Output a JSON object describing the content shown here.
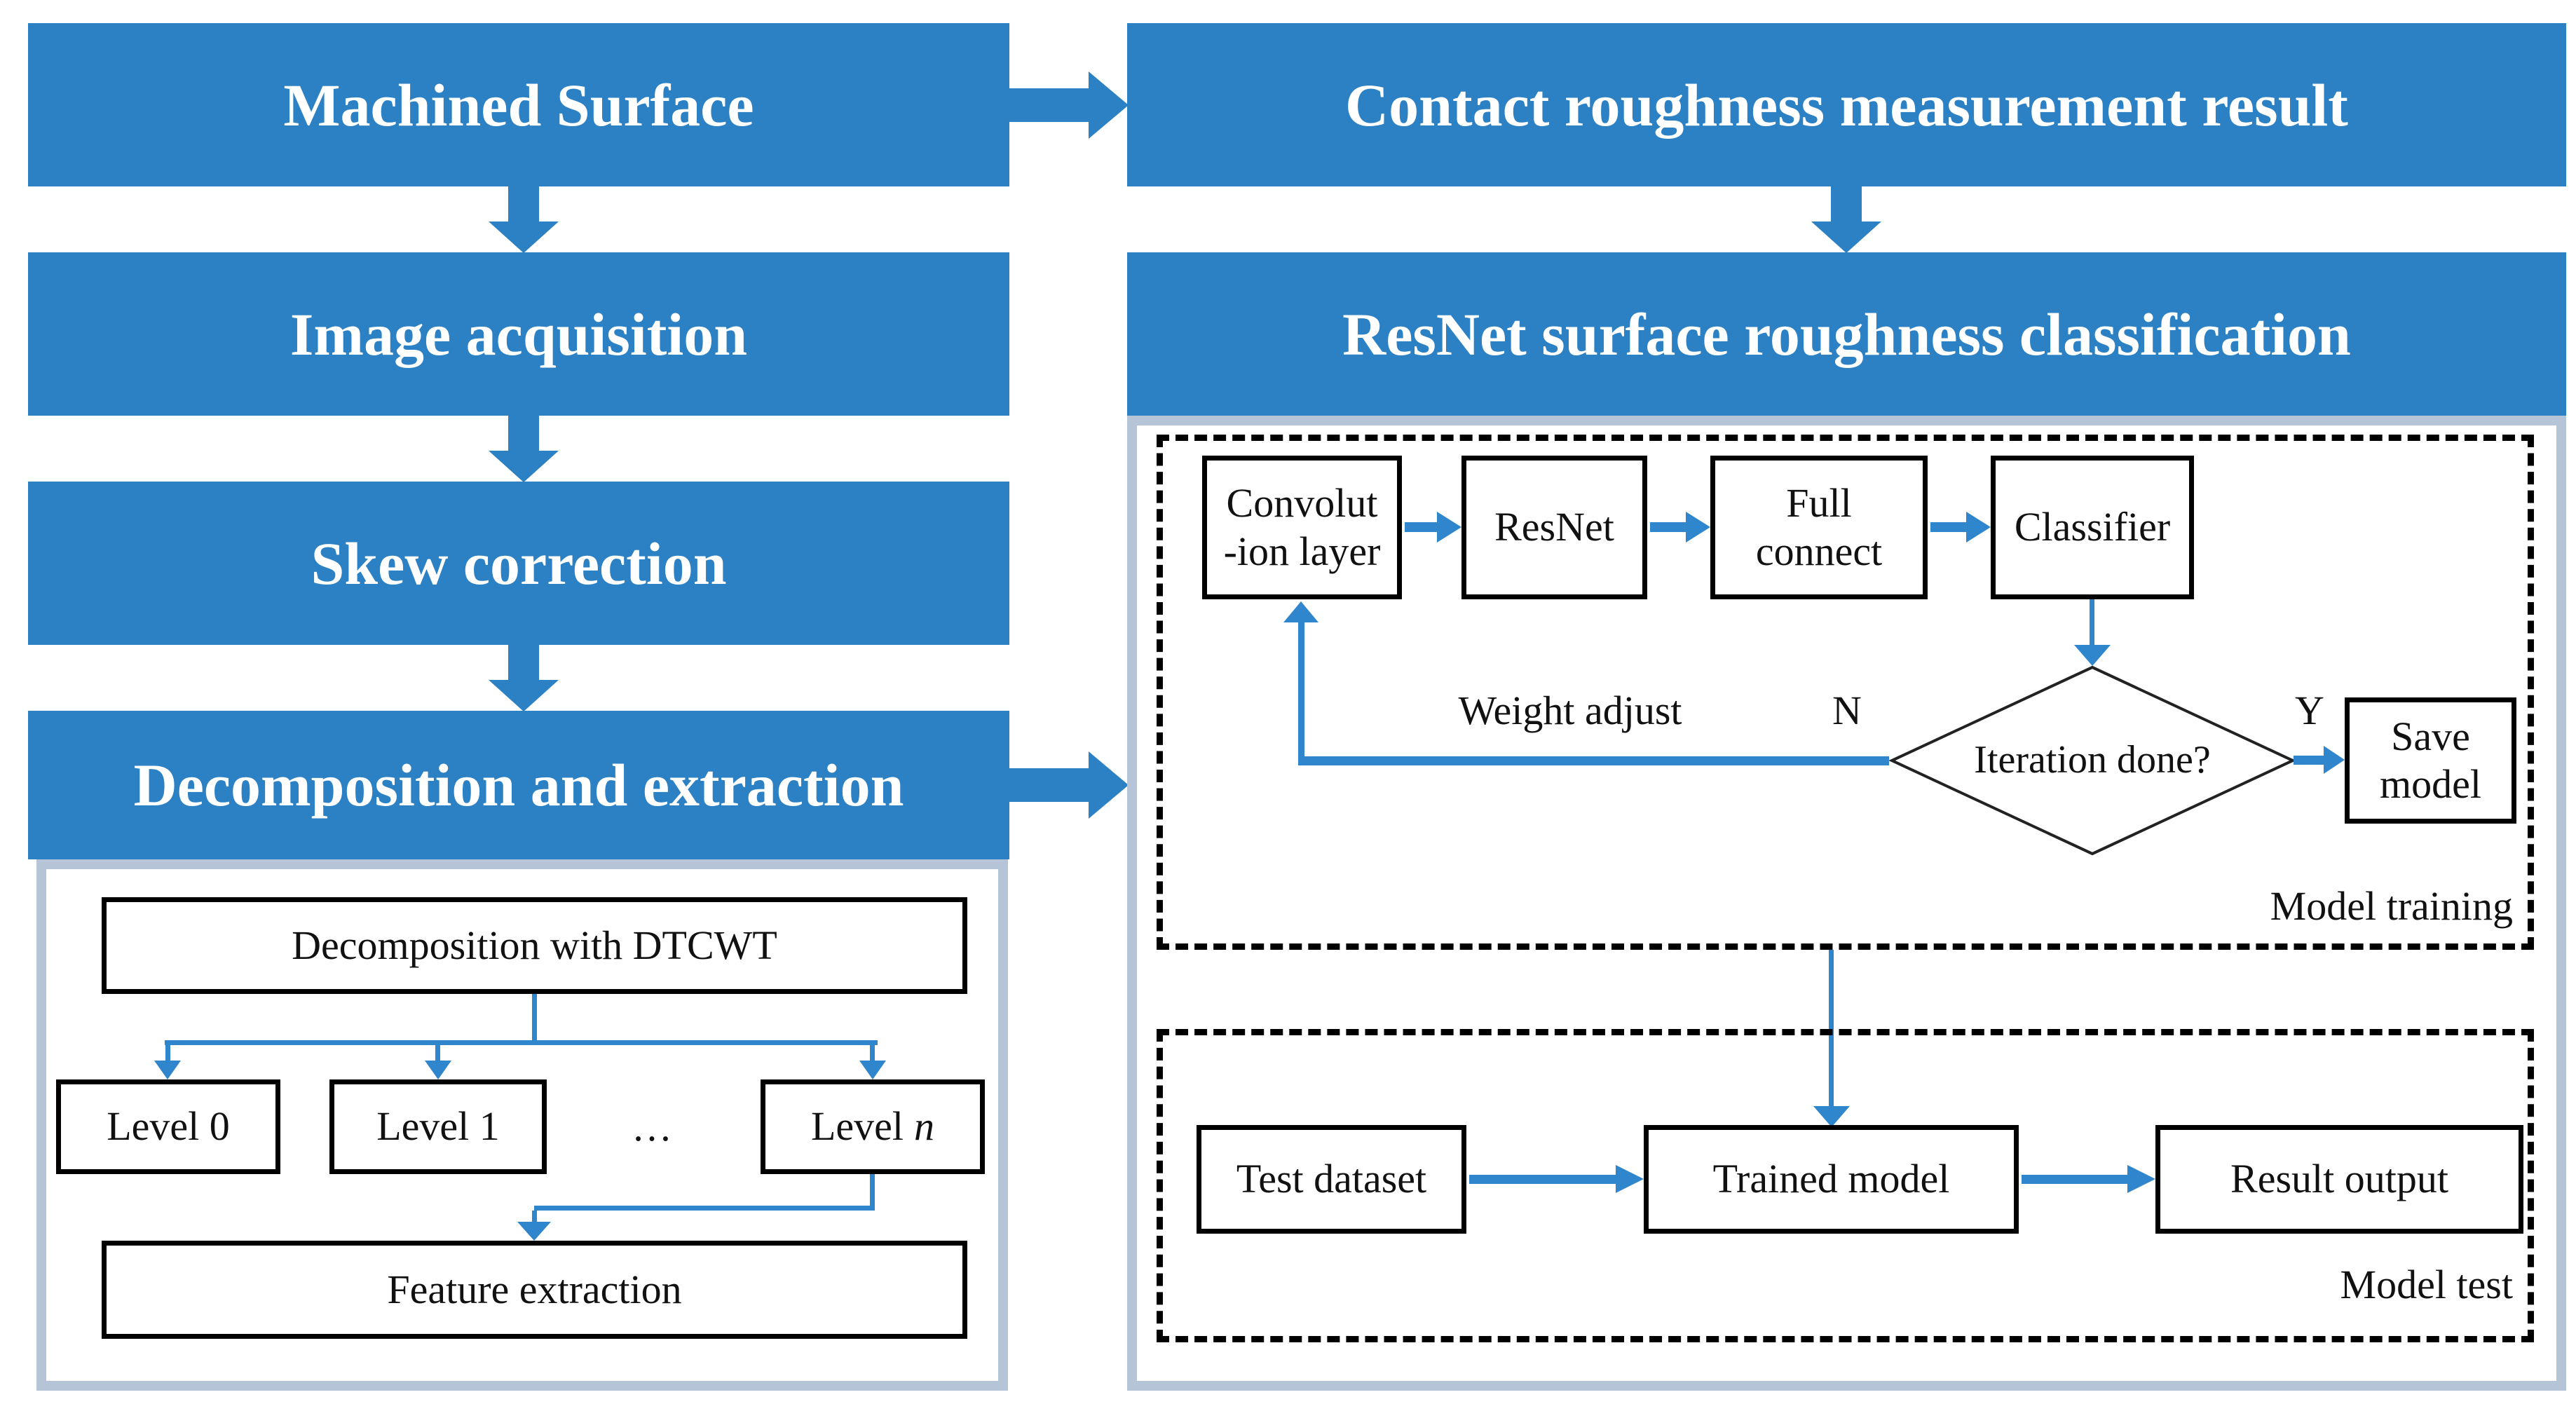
{
  "colors": {
    "accent_blue": "#2C80C4",
    "line_blue": "#2F86CC",
    "container_border": "#B6C4D8",
    "box_border": "#000000",
    "text_on_blue": "#FFFFFF",
    "text_black": "#111111"
  },
  "left": {
    "machined": "Machined Surface",
    "image_acquisition": "Image acquisition",
    "skew_correction": "Skew correction",
    "decomposition_extraction": "Decomposition and extraction",
    "dtcwt": "Decomposition with DTCWT",
    "level0": "Level 0",
    "level1": "Level 1",
    "ellipsis": "…",
    "level_n_prefix": "Level",
    "level_n_italic": "n",
    "feature_extraction": "Feature extraction"
  },
  "right": {
    "contact_result": "Contact roughness measurement result",
    "resnet_classification": "ResNet surface roughness classification",
    "training": {
      "conv_line1": "Convolut",
      "conv_line2": "-ion layer",
      "resnet": "ResNet",
      "full_line1": "Full",
      "full_line2": "connect",
      "classifier": "Classifier",
      "weight_adjust": "Weight adjust",
      "n_label": "N",
      "decision": "Iteration done?",
      "y_label": "Y",
      "save_line1": "Save",
      "save_line2": "model",
      "section_label": "Model training"
    },
    "test": {
      "test_dataset": "Test dataset",
      "trained_model": "Trained model",
      "result_output": "Result output",
      "section_label": "Model test"
    }
  }
}
